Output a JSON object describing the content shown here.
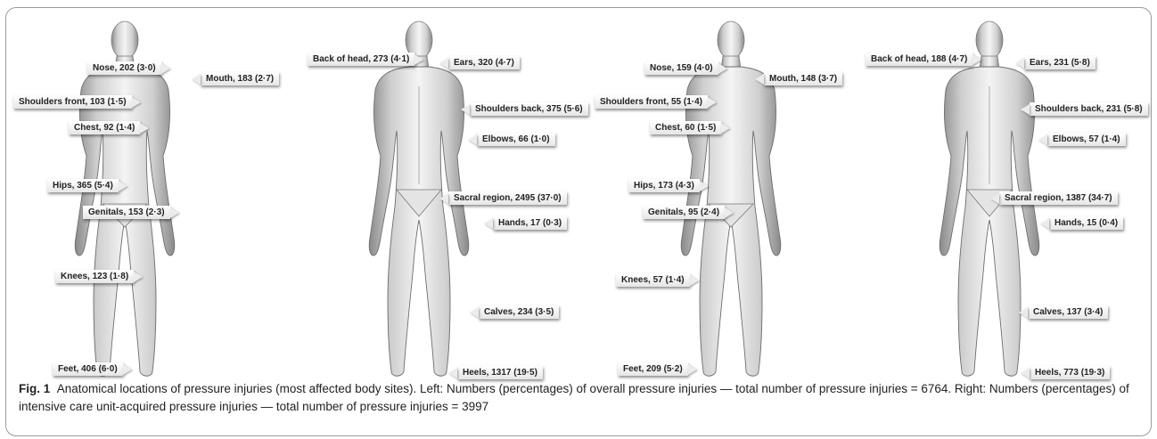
{
  "caption": {
    "label": "Fig. 1",
    "text": "Anatomical locations of pressure injuries (most affected body sites). Left: Numbers (percentages) of overall pressure injuries — total number of pressure injuries = 6764. Right: Numbers (percentages) of intensive care unit-acquired pressure injuries — total number of pressure injuries = 3997"
  },
  "overall": {
    "front": {
      "nose": "Nose, 202 (3·0)",
      "mouth": "Mouth, 183 (2·7)",
      "shoulders_front": "Shoulders front, 103 (1·5)",
      "chest": "Chest, 92 (1·4)",
      "hips": "Hips, 365 (5·4)",
      "genitals": "Genitals, 153 (2·3)",
      "knees": "Knees, 123 (1·8)",
      "feet": "Feet, 406 (6·0)"
    },
    "back": {
      "back_of_head": "Back of head, 273 (4·1)",
      "ears": "Ears, 320 (4·7)",
      "shoulders_back": "Shoulders back, 375 (5·6)",
      "elbows": "Elbows, 66 (1·0)",
      "sacral_region": "Sacral region, 2495 (37·0)",
      "hands": "Hands, 17 (0·3)",
      "calves": "Calves, 234 (3·5)",
      "heels": "Heels, 1317 (19·5)"
    }
  },
  "icu_acquired": {
    "front": {
      "nose": "Nose, 159 (4·0)",
      "mouth": "Mouth, 148 (3·7)",
      "shoulders_front": "Shoulders front, 55 (1·4)",
      "chest": "Chest, 60 (1·5)",
      "hips": "Hips, 173 (4·3)",
      "genitals": "Genitals, 95 (2·4)",
      "knees": "Knees, 57 (1·4)",
      "feet": "Feet, 209 (5·2)"
    },
    "back": {
      "back_of_head": "Back of head, 188 (4·7)",
      "ears": "Ears, 231 (5·8)",
      "shoulders_back": "Shoulders back, 231 (5·8)",
      "elbows": "Elbows, 57 (1·4)",
      "sacral_region": "Sacral region, 1387 (34·7)",
      "hands": "Hands, 15 (0·4)",
      "calves": "Calves, 137 (3·4)",
      "heels": "Heels, 773 (19·3)"
    }
  }
}
